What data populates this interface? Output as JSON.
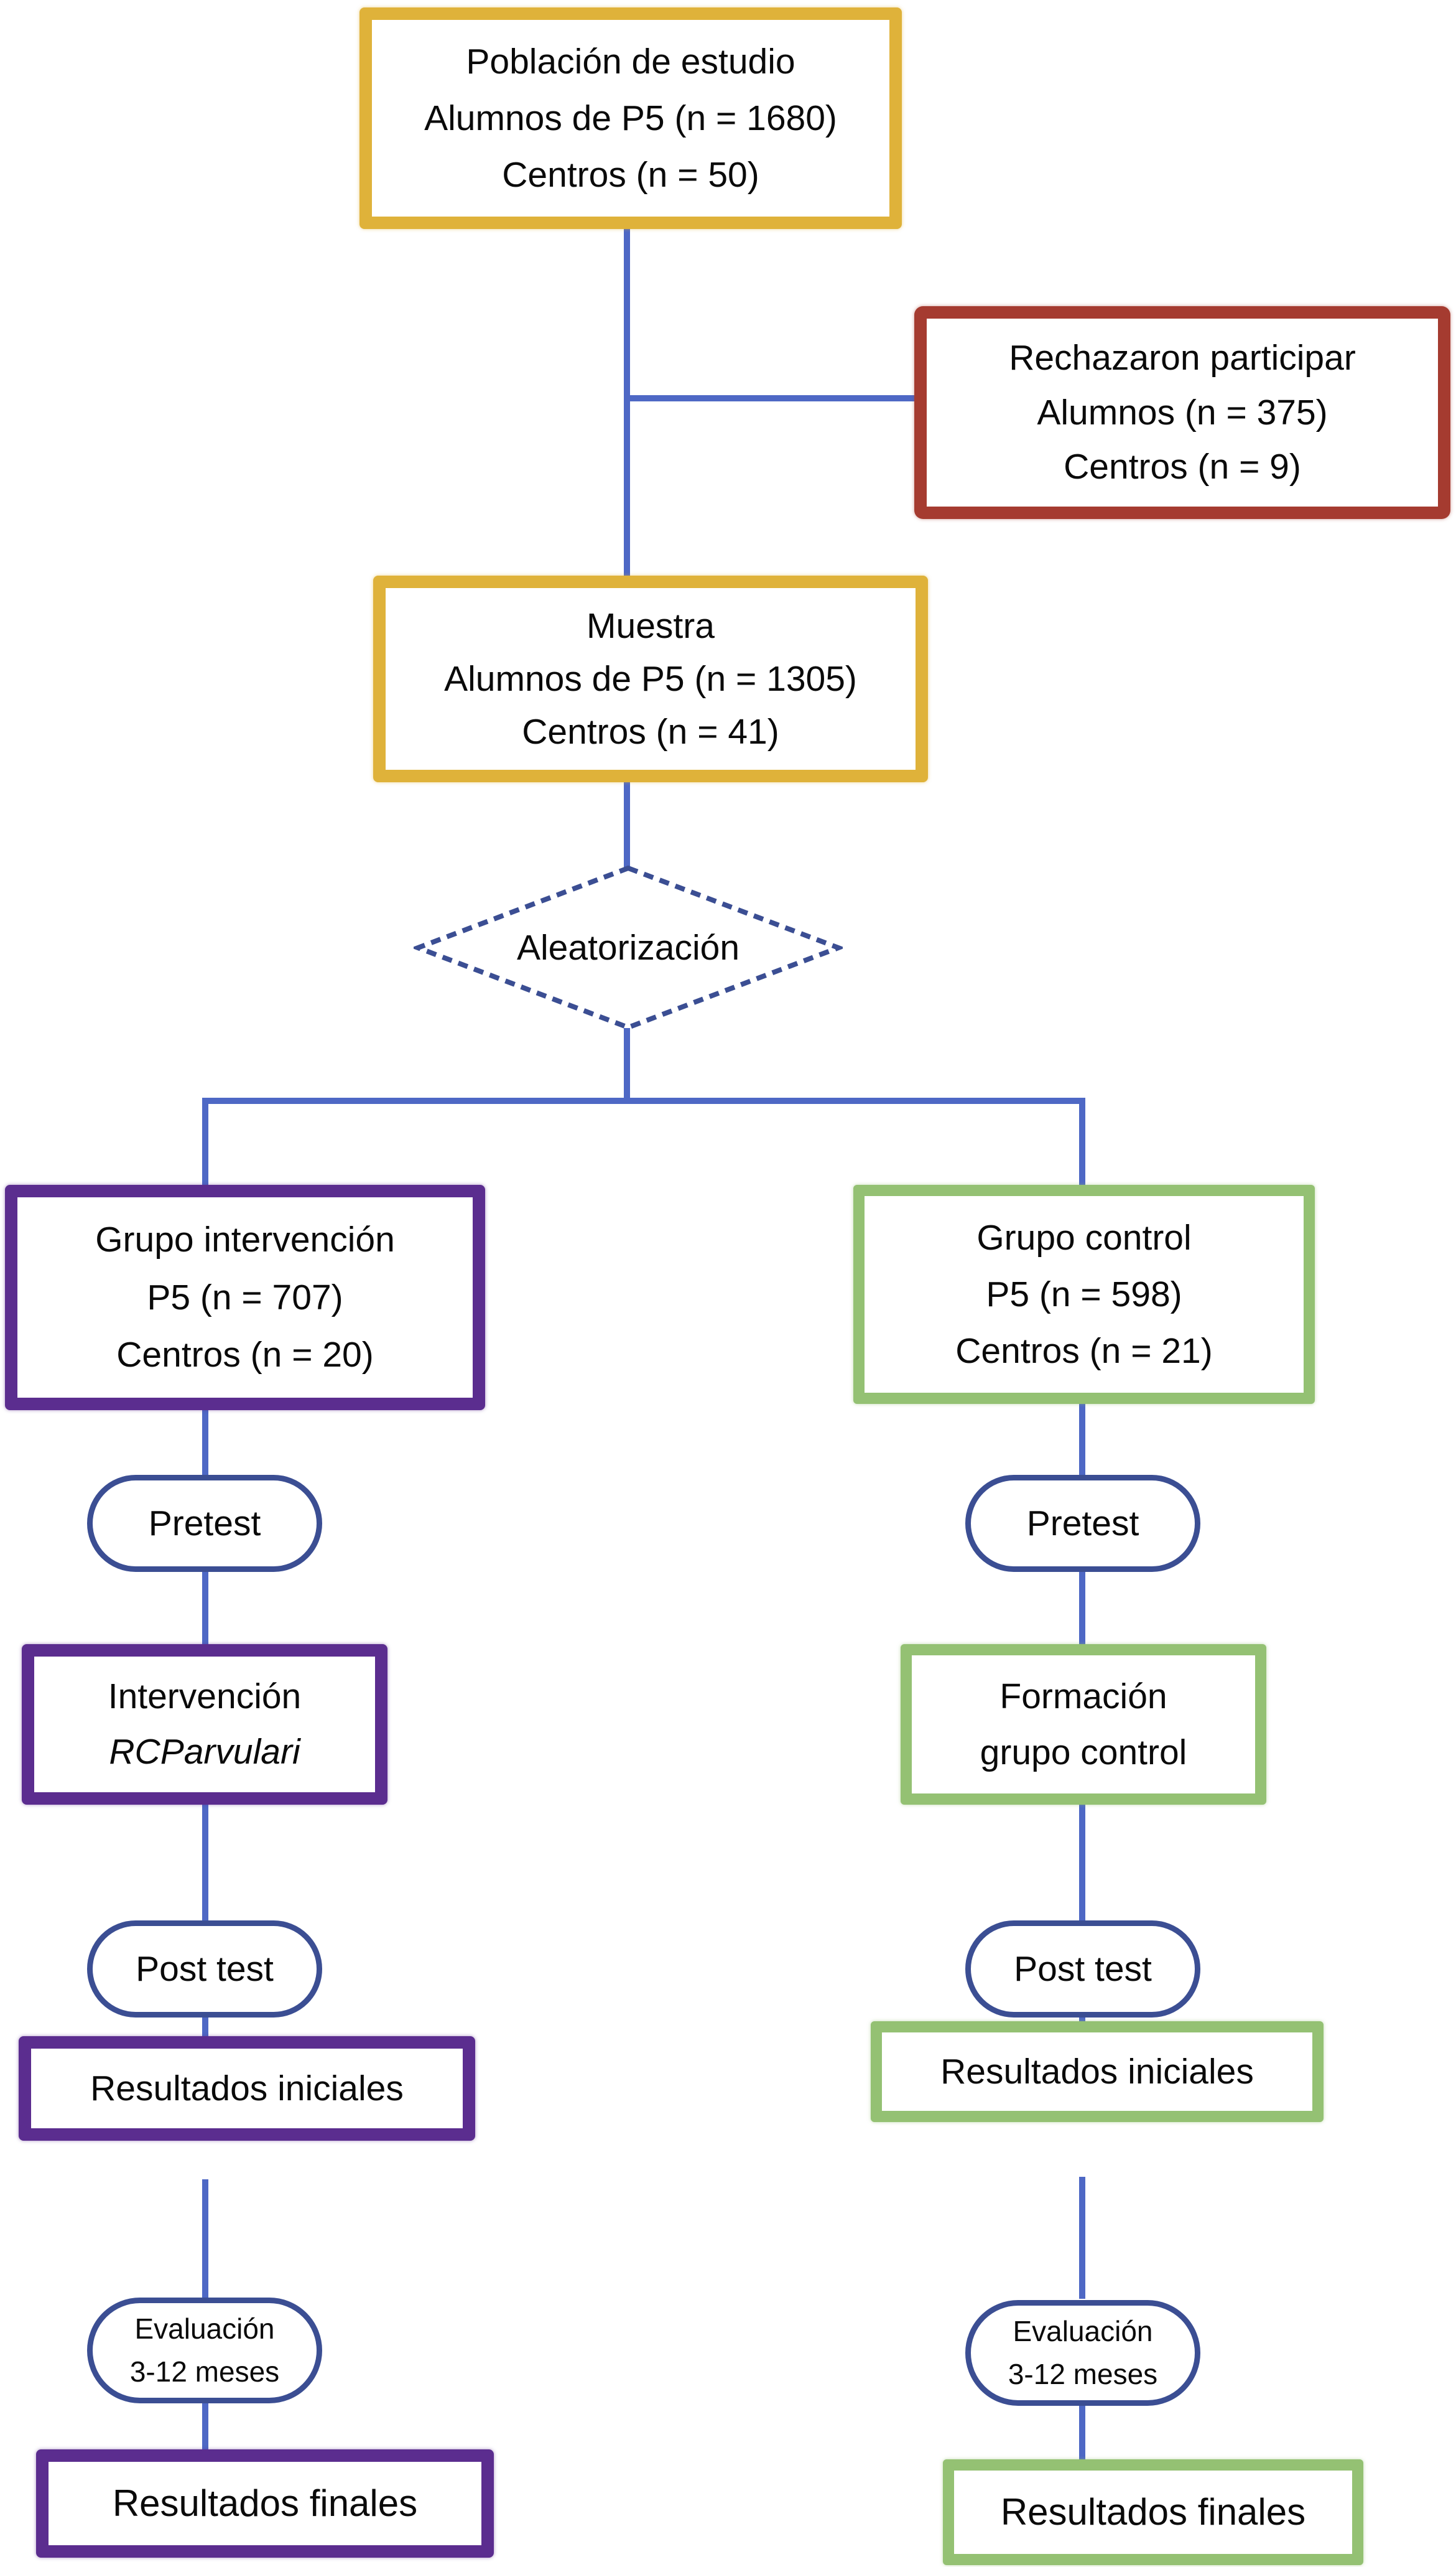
{
  "figure_type": "study-flow-diagram",
  "colors": {
    "box_yellow": "#dfb23a",
    "box_red": "#a53b30",
    "box_purple": "#5b2d8f",
    "box_green": "#94c173",
    "stadium_border": "#3b4e93",
    "connector_blue": "#4e68c5",
    "text": "#0a0a0a",
    "background": "#ffffff"
  },
  "nodes": {
    "poblacion": {
      "lines": [
        "Población de estudio",
        "Alumnos de P5 (n = 1680)",
        "Centros (n = 50)"
      ]
    },
    "rechazaron": {
      "lines": [
        "Rechazaron participar",
        "Alumnos (n = 375)",
        "Centros (n = 9)"
      ]
    },
    "muestra": {
      "lines": [
        "Muestra",
        "Alumnos de P5 (n = 1305)",
        "Centros (n = 41)"
      ]
    },
    "aleatorizacion": {
      "lines": [
        "Aleatorización"
      ]
    },
    "grupo_intervencion": {
      "lines": [
        "Grupo intervención",
        "P5 (n = 707)",
        "Centros (n = 20)"
      ]
    },
    "grupo_control": {
      "lines": [
        "Grupo control",
        "P5 (n = 598)",
        "Centros (n = 21)"
      ]
    },
    "pretest_izq": {
      "lines": [
        "Pretest"
      ]
    },
    "pretest_der": {
      "lines": [
        "Pretest"
      ]
    },
    "intervencion": {
      "lines": [
        "Intervención",
        "RCParvulari"
      ]
    },
    "formacion": {
      "lines": [
        "Formación",
        "grupo control"
      ]
    },
    "posttest_izq": {
      "lines": [
        "Post test"
      ]
    },
    "posttest_der": {
      "lines": [
        "Post test"
      ]
    },
    "resultados_iniciales_izq": {
      "lines": [
        "Resultados iniciales"
      ]
    },
    "resultados_iniciales_der": {
      "lines": [
        "Resultados iniciales"
      ]
    },
    "evaluacion_izq": {
      "lines": [
        "Evaluación",
        "3-12 meses"
      ]
    },
    "evaluacion_der": {
      "lines": [
        "Evaluación",
        "3-12 meses"
      ]
    },
    "resultados_finales_izq": {
      "lines": [
        "Resultados finales"
      ]
    },
    "resultados_finales_der": {
      "lines": [
        "Resultados finales"
      ]
    }
  },
  "edges": [
    {
      "from": "poblacion",
      "to": "muestra"
    },
    {
      "from": "poblacion",
      "to": "rechazaron"
    },
    {
      "from": "muestra",
      "to": "aleatorizacion"
    },
    {
      "from": "aleatorizacion",
      "to": "grupo_intervencion"
    },
    {
      "from": "aleatorizacion",
      "to": "grupo_control"
    },
    {
      "from": "grupo_intervencion",
      "to": "pretest_izq"
    },
    {
      "from": "pretest_izq",
      "to": "intervencion"
    },
    {
      "from": "intervencion",
      "to": "posttest_izq"
    },
    {
      "from": "posttest_izq",
      "to": "resultados_iniciales_izq"
    },
    {
      "from": "resultados_iniciales_izq",
      "to": "evaluacion_izq"
    },
    {
      "from": "evaluacion_izq",
      "to": "resultados_finales_izq"
    },
    {
      "from": "grupo_control",
      "to": "pretest_der"
    },
    {
      "from": "pretest_der",
      "to": "formacion"
    },
    {
      "from": "formacion",
      "to": "posttest_der"
    },
    {
      "from": "posttest_der",
      "to": "resultados_iniciales_der"
    },
    {
      "from": "resultados_iniciales_der",
      "to": "evaluacion_der"
    },
    {
      "from": "evaluacion_der",
      "to": "resultados_finales_der"
    }
  ]
}
